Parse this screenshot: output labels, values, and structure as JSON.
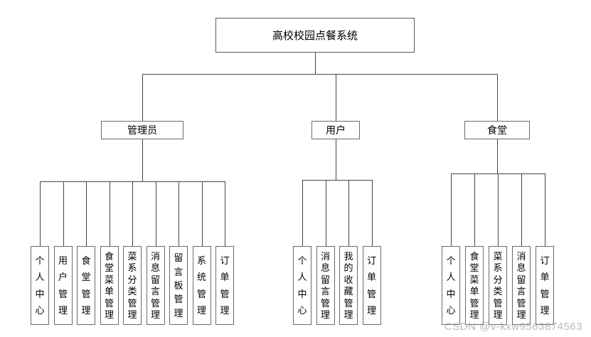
{
  "diagram": {
    "root": "高校校园点餐系统",
    "groups": [
      {
        "label": "管理员",
        "children": [
          "个人中心",
          "用户管理",
          "食堂管理",
          "食堂菜单管理",
          "菜系分类管理",
          "消息留言管理",
          "留言板管理",
          "系统管理",
          "订单管理"
        ]
      },
      {
        "label": "用户",
        "children": [
          "个人中心",
          "消息留言管理",
          "我的收藏管理",
          "订单管理"
        ]
      },
      {
        "label": "食堂",
        "children": [
          "个人中心",
          "食堂菜单管理",
          "菜系分类管理",
          "消息留言管理",
          "订单管理"
        ]
      }
    ]
  },
  "watermark": "CSDN @v-kxw9563874563",
  "colors": {
    "line": "#454545",
    "box_border": "#6b6b6b",
    "watermark": "#9e9e9e"
  }
}
